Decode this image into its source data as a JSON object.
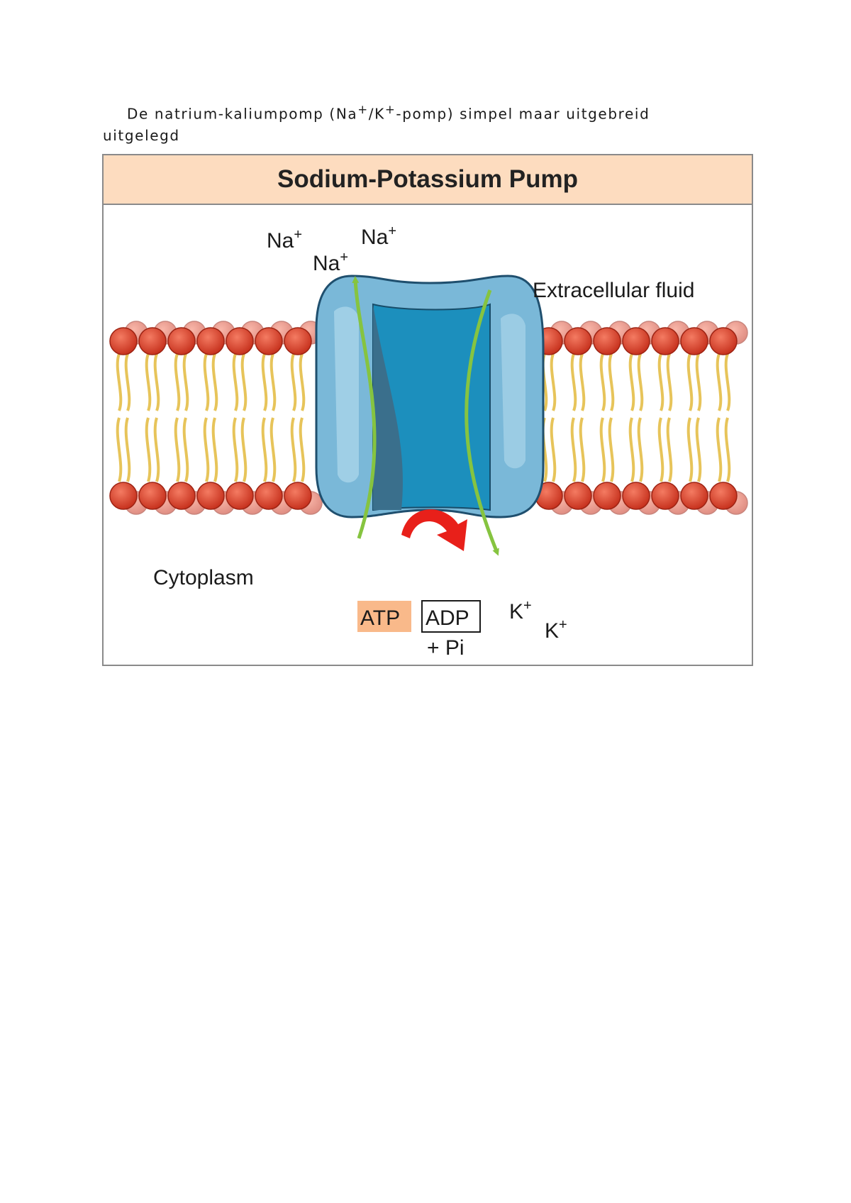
{
  "document": {
    "heading_prefix": "De natrium-kaliumpomp (Na",
    "heading_mid": "/K",
    "heading_suffix": "-pomp) simpel maar uitgebreid uitgelegd",
    "superscript_plus": "+"
  },
  "figure": {
    "title": "Sodium-Potassium Pump",
    "labels": {
      "sodium_ion": "Na",
      "potassium_ion": "K",
      "charge": "+",
      "extracellular": "Extracellular fluid",
      "cytoplasm": "Cytoplasm",
      "atp": "ATP",
      "adp": "ADP",
      "pi": "+ Pi"
    },
    "colors": {
      "header_bg": "#fddcbf",
      "phospholipid_head": "#e0462f",
      "lipid_tail": "#e7c45a",
      "pump_outer": "#7ab8d8",
      "pump_inner": "#1c8fbd",
      "ion_arrow": "#86c440",
      "atp_arrow": "#e8201a",
      "atp_bg": "#f9b98a"
    }
  }
}
